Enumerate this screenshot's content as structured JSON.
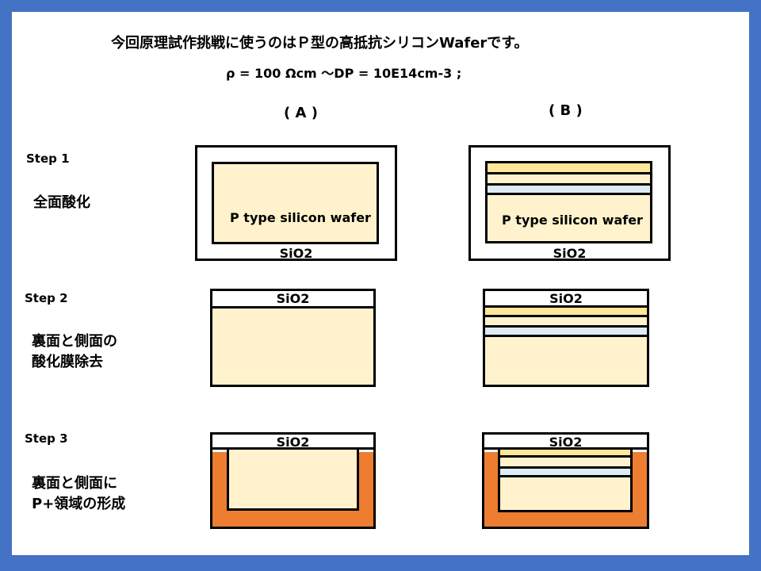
{
  "title": "今回原理試作挑戦に使うのはＰ型の高抵抗シリコンWaferです。",
  "formula": "ρ = 100 Ωcm 〜DP = 10E14cm-3 ;",
  "columns": {
    "a": "( A )",
    "b": "( B )"
  },
  "steps": [
    {
      "label": "Step 1",
      "desc1": "全面酸化",
      "desc2": ""
    },
    {
      "label": "Step 2",
      "desc1": "裏面と側面の",
      "desc2": "酸化膜除去"
    },
    {
      "label": "Step 3",
      "desc1": "裏面と側面に",
      "desc2": "P+領域の形成"
    }
  ],
  "wafer_label": "P type silicon wafer",
  "oxide_label": "SiO2",
  "colors": {
    "frame": "#4472C4",
    "wafer": "#FFF2CC",
    "layer": "#FFE699",
    "blue_layer": "#DEEBF7",
    "p_plus": "#ED7D31"
  }
}
